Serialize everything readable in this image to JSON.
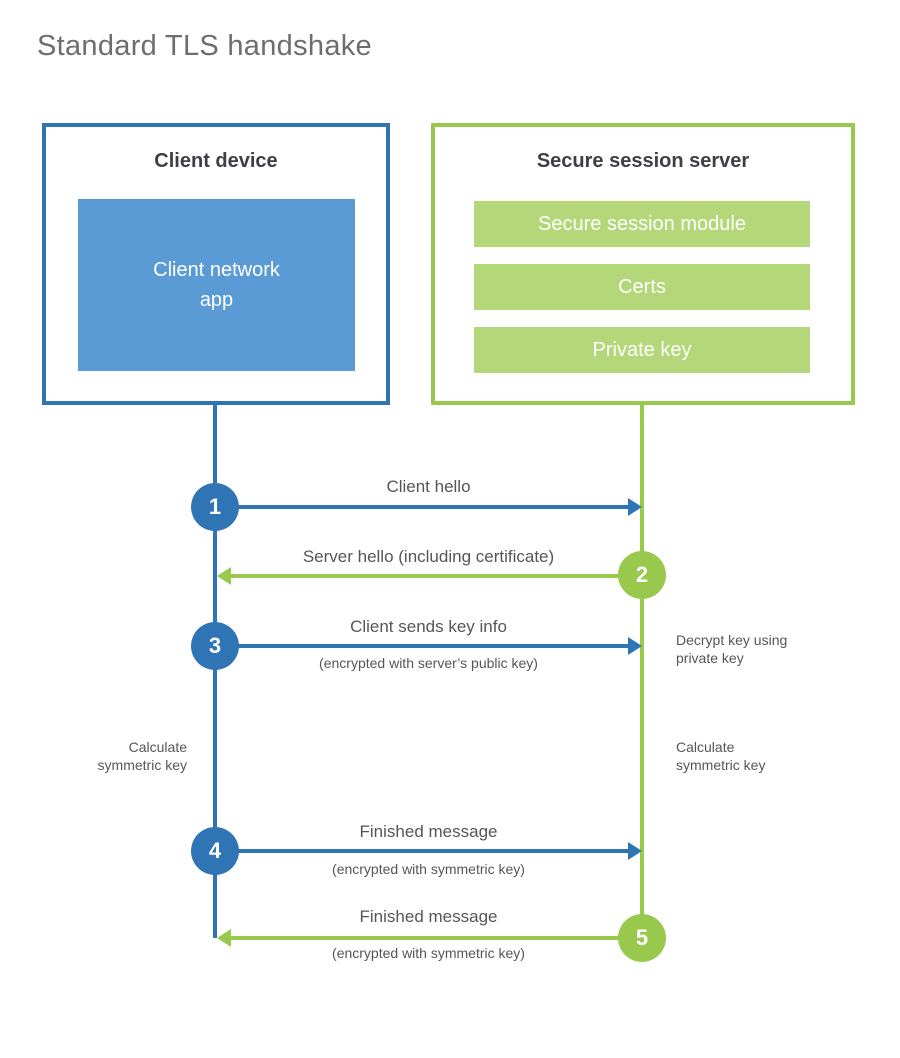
{
  "title": "Standard TLS handshake",
  "colors": {
    "blue_stroke": "#2f75b5",
    "blue_fill": "#5b9bd5",
    "green_stroke": "#98c84c",
    "green_fill": "#b3d779",
    "heading_text": "#3f4045",
    "label_text": "#55565a",
    "title_text": "#6d6e70"
  },
  "client": {
    "title": "Client device",
    "app_label": "Client network\napp"
  },
  "server": {
    "title": "Secure session server",
    "modules": [
      "Secure session module",
      "Certs",
      "Private key"
    ]
  },
  "steps": [
    {
      "num": "1",
      "label": "Client hello",
      "direction": "client-to-server"
    },
    {
      "num": "2",
      "label": "Server hello (including certificate)",
      "direction": "server-to-client"
    },
    {
      "num": "3",
      "label": "Client sends key info",
      "sub": "(encrypted with server’s public key)",
      "direction": "client-to-server"
    },
    {
      "num": "4",
      "label": "Finished message",
      "sub": "(encrypted with symmetric key)",
      "direction": "client-to-server"
    },
    {
      "num": "5",
      "label": "Finished message",
      "sub": "(encrypted with symmetric key)",
      "direction": "server-to-client"
    }
  ],
  "notes": {
    "decrypt": "Decrypt key using\nprivate key",
    "calc_left": "Calculate\nsymmetric key",
    "calc_right": "Calculate\nsymmetric key"
  }
}
